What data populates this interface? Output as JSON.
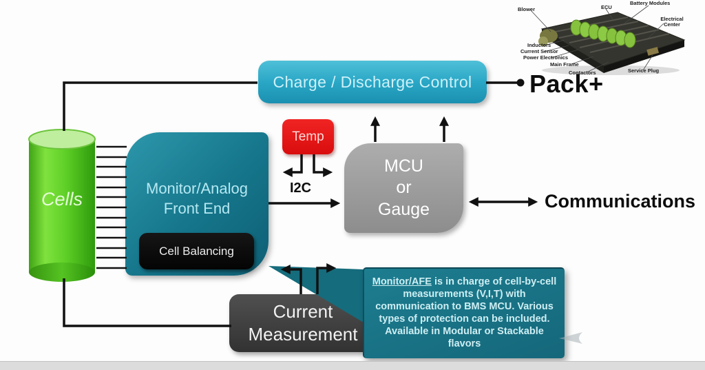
{
  "palette": {
    "cyan_box": "#2aa7c6",
    "teal_afe": "#15758a",
    "callout_teal": "#19707f",
    "cells_green": "#5ecd2d",
    "temp_red": "#e21414",
    "mcu_gray": "#9b9b9b",
    "current_dark_gray": "#3d3d3d",
    "balancing_black": "#0a0a0a",
    "connector_black": "#111111"
  },
  "nodes": {
    "charge_control": {
      "label": "Charge / Discharge Control"
    },
    "cells": {
      "label": "Cells"
    },
    "monitor_afe": {
      "label": "Monitor/Analog Front End"
    },
    "cell_balancing": {
      "label": "Cell Balancing"
    },
    "temp": {
      "label": "Temp"
    },
    "mcu": {
      "lines": [
        "MCU",
        "or",
        "Gauge"
      ]
    },
    "current_measurement": {
      "label": "Current Measurement"
    }
  },
  "labels": {
    "pack_plus": "Pack+",
    "communications": "Communications",
    "i2c": "I2C"
  },
  "callout": {
    "highlight": "Monitor/AFE",
    "body": " is in charge of cell-by-cell measurements (V,I,T) with communication to BMS MCU. Various types of protection can be included. Available in Modular or Stackable flavors"
  },
  "battery_photo": {
    "labels": [
      "Blower",
      "ECU",
      "Battery Modules",
      "Electrical Center",
      "Inductors",
      "Current Sensor",
      "Power Electronics",
      "Main Frame",
      "Contactors",
      "Service Plug"
    ]
  }
}
